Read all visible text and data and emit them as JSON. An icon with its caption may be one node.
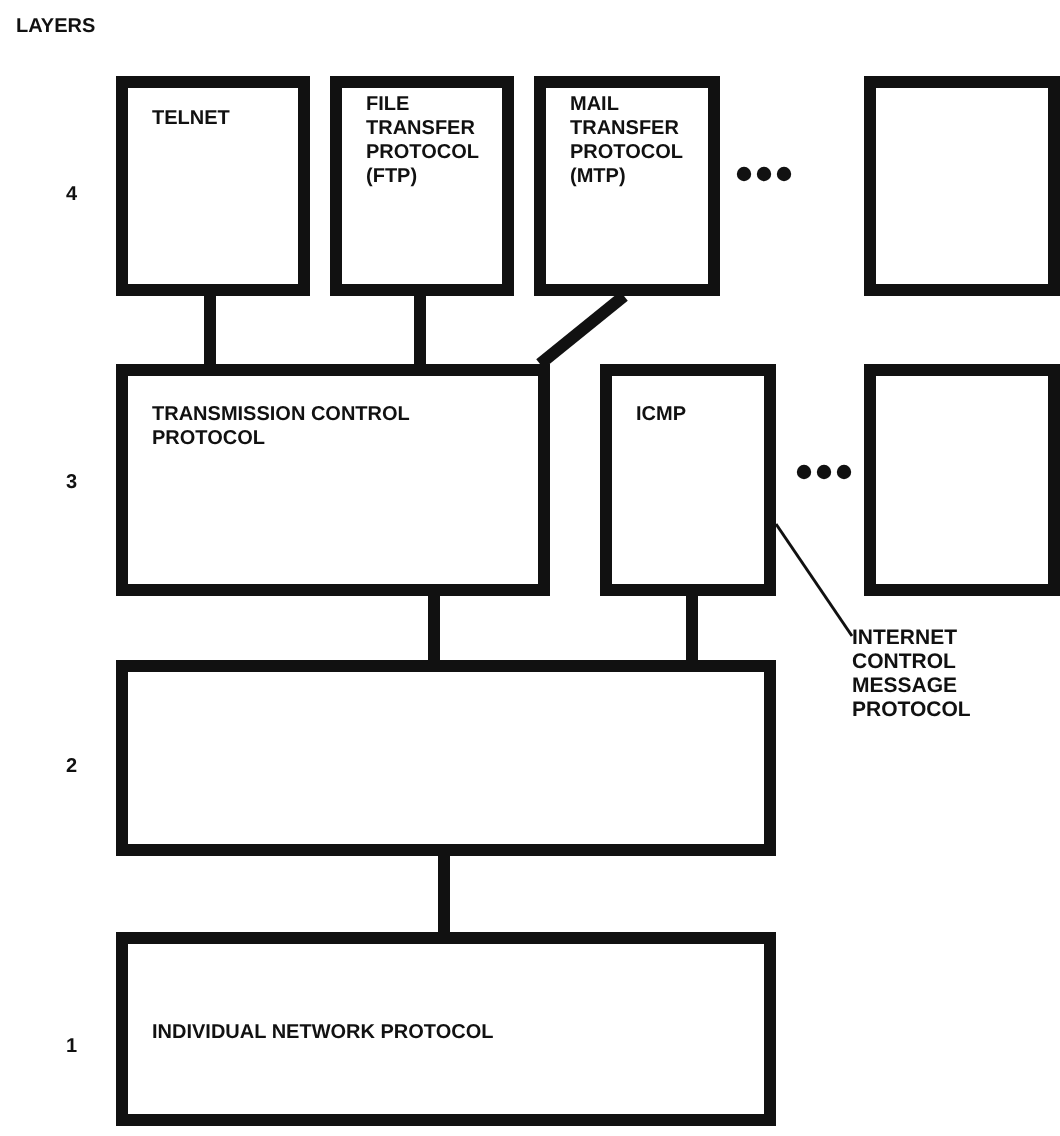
{
  "diagram": {
    "nodes": [
      {
        "text": [
          "TELNET"
        ]
      },
      {
        "text": [
          "FILE TRANSFER PROTOCOL (FTP)"
        ]
      },
      {
        "text": [
          "MAIL TRANSFER PROTOCOL (MTP)"
        ]
      },
      {
        "text": [],
        "shape": "box"
      },
      {
        "text": [
          "TRANSMISSION CONTROL PROTOCOL"
        ]
      },
      {
        "text": [
          "ICMP"
        ]
      },
      {
        "text": [],
        "shape": "box"
      },
      {
        "text": [
          "INTERNET CONTROL MESSAGE PROTOCOL"
        ]
      },
      {
        "text": [],
        "shape": "box"
      },
      {
        "text": [
          "INDIVIDUAL NETWORK PROTOCOL"
        ]
      }
    ],
    "edges": [
      {
        "from": 0,
        "to": 4,
        "arrow": "none"
      },
      {
        "from": 1,
        "to": 4,
        "arrow": "none"
      },
      {
        "from": 2,
        "to": 4,
        "arrow": "none"
      },
      {
        "from": 4,
        "to": 8,
        "arrow": "none"
      },
      {
        "from": 5,
        "to": 8,
        "arrow": "none"
      },
      {
        "from": 8,
        "to": 9,
        "arrow": "none"
      },
      {
        "from": 7,
        "to": 5,
        "arrow": "none"
      }
    ],
    "labels": [
      "LAYERS",
      "4",
      "3",
      "2",
      "1"
    ]
  }
}
